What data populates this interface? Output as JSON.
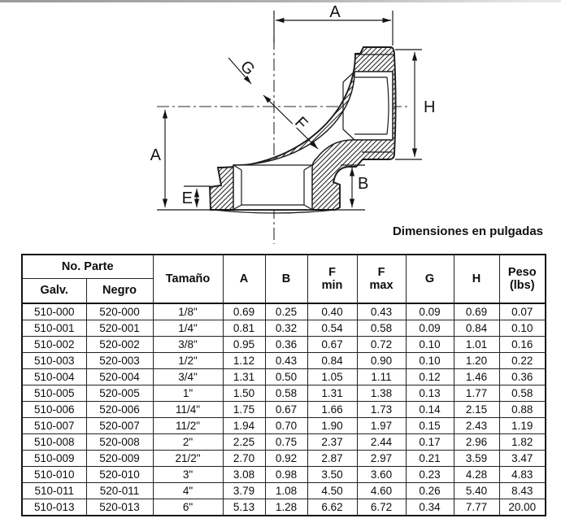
{
  "page": {
    "caption": "Dimensiones en pulgadas"
  },
  "diagram": {
    "dim_labels": {
      "a_top": "A",
      "a_left": "A",
      "b": "B",
      "e": "E",
      "f": "F",
      "g": "G",
      "h": "H"
    }
  },
  "table": {
    "headers": {
      "no_parte": "No. Parte",
      "galv": "Galv.",
      "negro": "Negro",
      "tamano": "Tamaño",
      "a": "A",
      "b": "B",
      "f_min": "F\nmin",
      "f_max": "F\nmax",
      "g": "G",
      "h": "H",
      "peso": "Peso\n(lbs)"
    },
    "rows": [
      [
        "510-000",
        "520-000",
        "1/8\"",
        "0.69",
        "0.25",
        "0.40",
        "0.43",
        "0.09",
        "0.69",
        "0.07"
      ],
      [
        "510-001",
        "520-001",
        "1/4\"",
        "0.81",
        "0.32",
        "0.54",
        "0.58",
        "0.09",
        "0.84",
        "0.10"
      ],
      [
        "510-002",
        "520-002",
        "3/8\"",
        "0.95",
        "0.36",
        "0.67",
        "0.72",
        "0.10",
        "1.01",
        "0.16"
      ],
      [
        "510-003",
        "520-003",
        "1/2\"",
        "1.12",
        "0.43",
        "0.84",
        "0.90",
        "0.10",
        "1.20",
        "0.22"
      ],
      [
        "510-004",
        "520-004",
        "3/4\"",
        "1.31",
        "0.50",
        "1.05",
        "1.11",
        "0.12",
        "1.46",
        "0.36"
      ],
      [
        "510-005",
        "520-005",
        "1\"",
        "1.50",
        "0.58",
        "1.31",
        "1.38",
        "0.13",
        "1.77",
        "0.58"
      ],
      [
        "510-006",
        "520-006",
        "11/4\"",
        "1.75",
        "0.67",
        "1.66",
        "1.73",
        "0.14",
        "2.15",
        "0.88"
      ],
      [
        "510-007",
        "520-007",
        "11/2\"",
        "1.94",
        "0.70",
        "1.90",
        "1.97",
        "0.15",
        "2.43",
        "1.19"
      ],
      [
        "510-008",
        "520-008",
        "2\"",
        "2.25",
        "0.75",
        "2.37",
        "2.44",
        "0.17",
        "2.96",
        "1.82"
      ],
      [
        "510-009",
        "520-009",
        "21/2\"",
        "2.70",
        "0.92",
        "2.87",
        "2.97",
        "0.21",
        "3.59",
        "3.47"
      ],
      [
        "510-010",
        "520-010",
        "3\"",
        "3.08",
        "0.98",
        "3.50",
        "3.60",
        "0.23",
        "4.28",
        "4.83"
      ],
      [
        "510-011",
        "520-011",
        "4\"",
        "3.79",
        "1.08",
        "4.50",
        "4.60",
        "0.26",
        "5.40",
        "8.43"
      ],
      [
        "510-013",
        "520-013",
        "6\"",
        "5.13",
        "1.28",
        "6.62",
        "6.72",
        "0.34",
        "7.77",
        "20.00"
      ]
    ]
  }
}
